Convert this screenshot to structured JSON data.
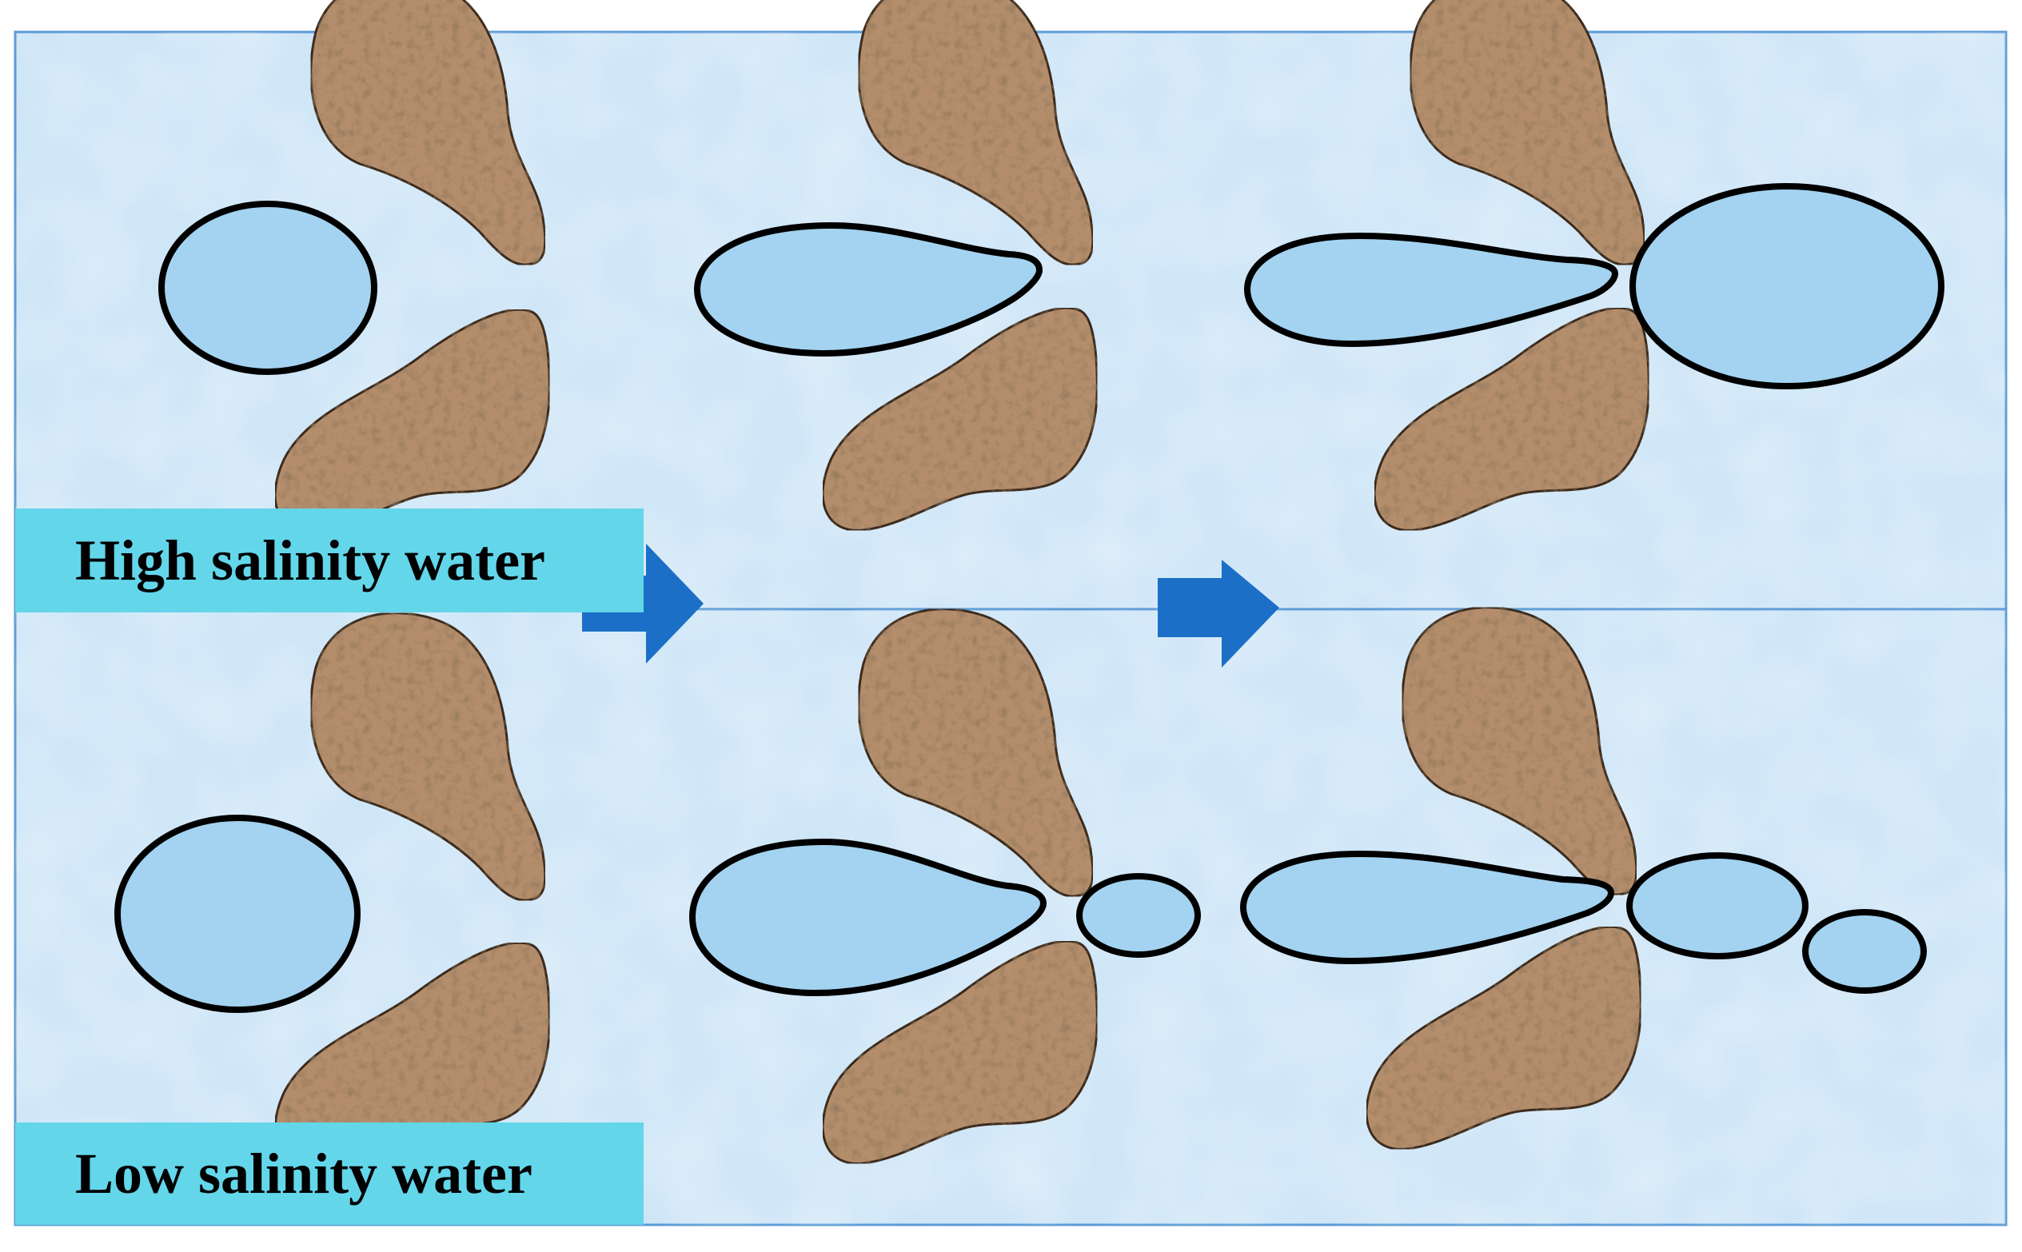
{
  "panels": {
    "high": {
      "label": "High salinity water"
    },
    "low": {
      "label": "Low salinity water"
    }
  },
  "stages": [
    "stage-1",
    "stage-2",
    "stage-3"
  ],
  "colors": {
    "background": "#cfe6f7",
    "panel_border": "#5b9bd5",
    "grain_fill": "#b48e6c",
    "grain_stroke": "#3b2a1f",
    "droplet_fill": "#a3d3f0",
    "droplet_stroke": "#000000",
    "arrow": "#1c6fc7",
    "label_bg": "#63d6ea"
  }
}
